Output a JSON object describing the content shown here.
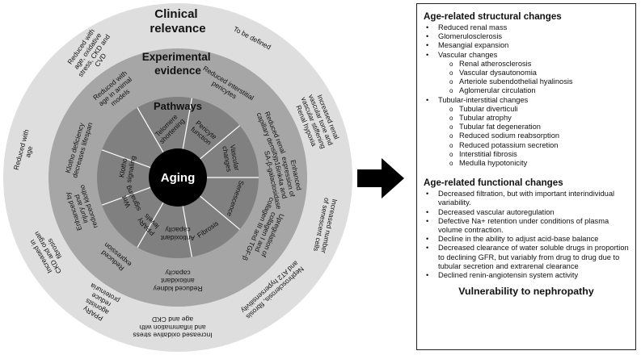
{
  "diagram": {
    "center": "Aging",
    "ring_titles": {
      "clinical": [
        "Clinical",
        "relevance"
      ],
      "experimental": [
        "Experimental",
        "evidence"
      ],
      "pathways": "Pathways"
    },
    "pathways": [
      [
        "Telomere",
        "shortening"
      ],
      [
        "Pericyte",
        "function"
      ],
      [
        "Vascular",
        "changes"
      ],
      [
        "Senescence"
      ],
      [
        "Fibrosis"
      ],
      [
        "Antioxidant",
        "capacity"
      ],
      [
        "PPARγ",
        "levels"
      ],
      [
        "Wnt",
        "signaling"
      ],
      [
        "Klotho",
        "signaling"
      ]
    ],
    "experimental": [
      [
        "Reduced with",
        "age in animal",
        "models"
      ],
      [
        "Reduced interstitial",
        "pericytes"
      ],
      [
        "Reduced renal",
        "capillary density"
      ],
      [
        "Enhanced",
        "expression of",
        "p16ink4a and",
        "SA-β-galactosidase"
      ],
      [
        "Upregulation of",
        "collagen I and",
        "collagen III and TGF-β"
      ],
      [
        "Reduced kidney",
        "antioxidant",
        "capacity"
      ],
      [
        "Reduced",
        "expression"
      ],
      [
        "Enhanced by",
        "injury and",
        "reduced klotho"
      ],
      [
        "Klotho deficiency",
        "decreases lifespan"
      ]
    ],
    "clinical": [
      [
        "Reduced with",
        "age, oxidative",
        "stress, CKD and",
        "CVD"
      ],
      [
        "To be defined"
      ],
      [
        "Increased renal",
        "vascular tone and",
        "vascular stiffening",
        "Renal hypoxia"
      ],
      [
        "Increased number",
        "of senescent cells"
      ],
      [
        "Nephrosclerosis, fibrosis",
        "and AT2 hypersensitivity"
      ],
      [
        "Increased oxidative stress",
        "and inflammation with",
        "age and CKD"
      ],
      [
        "PPARγ",
        "agonists",
        "reduce",
        "proteinuria"
      ],
      [
        "Increased in",
        "CKD and organ",
        "fibrosis"
      ],
      [
        "Reduced with",
        "age"
      ]
    ],
    "colors": {
      "outer_ring": "#dedede",
      "middle_ring": "#a6a6a6",
      "inner_ring": "#808080",
      "center": "#000000",
      "divider": "#ffffff"
    }
  },
  "panel": {
    "structural_title": "Age-related structural changes",
    "structural": [
      {
        "text": "Reduced renal mass"
      },
      {
        "text": "Glomerulosclerosis"
      },
      {
        "text": "Mesangial expansion"
      },
      {
        "text": "Vascular changes",
        "children": [
          "Renal atherosclerosis",
          "Vascular dysautonomia",
          "Arteriole subendothelial hyalinosis",
          "Aglomerular circulation"
        ]
      },
      {
        "text": "Tubular-interstitial changes",
        "children": [
          "Tubular diverticuli",
          "Tubular atrophy",
          "Tubular fat degeneration",
          "Reduced sodium reabsorption",
          "Reduced potassium secretion",
          "Interstitial fibrosis",
          "Medulla hypotonicity"
        ]
      }
    ],
    "functional_title": "Age-related functional changes",
    "functional": [
      "Decreased filtration, but with important interindividual variability.",
      "Decreased vascular autoregulation",
      "Defective Na+ retention under conditions of plasma volume contraction.",
      "Decline in the ability to adjust acid-base balance",
      "Decreased clearance of water soluble drugs in proportion to declining GFR, but variably from drug to drug due to tubular secretion and extrarenal clearance",
      "Declined renin-angiotensin system activity"
    ],
    "footer": "Vulnerability to nephropathy"
  },
  "arrow": {
    "icon": "right-arrow-icon",
    "color": "#000000"
  }
}
